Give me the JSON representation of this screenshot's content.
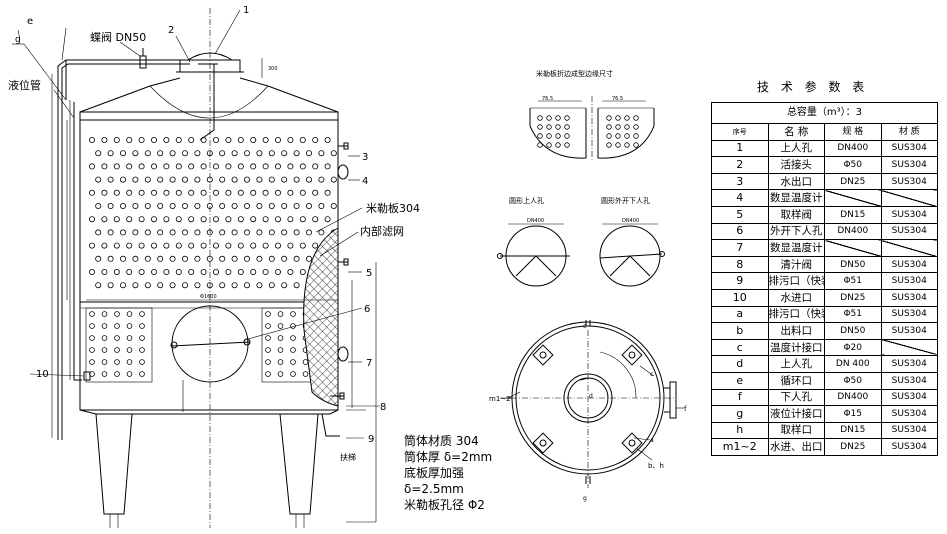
{
  "labels": {
    "butterfly_valve": "蝶阀 DN50",
    "level_pipe": "液位管",
    "mueller_plate": "米勒板304",
    "inner_filter": "内部滤网",
    "ladder": "扶梯",
    "detail_title": "米勒板折边成型边缘尺寸",
    "round_manhole": "圆形上人孔",
    "round_outward_manhole": "圆形外开下人孔",
    "top_dim": "300",
    "dim_1400a": "DN400",
    "dim_1400b": "DN400",
    "dim_dia": "Φ1600",
    "dim_76a": "76.5",
    "dim_76b": "76.5",
    "callouts": [
      "1",
      "2",
      "3",
      "4",
      "5",
      "6",
      "7",
      "8",
      "9",
      "10",
      "e",
      "g",
      "d",
      "f",
      "a",
      "b、h",
      "c",
      "m1~2",
      "e",
      "g"
    ],
    "notes": [
      "筒体材质 304",
      "筒体厚 δ=2mm",
      "底板厚加强",
      "δ=2.5mm",
      "米勒板孔径 Φ2"
    ]
  },
  "table": {
    "title": "技 术 参 数 表",
    "total": "总容量（m³）：3",
    "headers": [
      "序号",
      "名 称",
      "规 格",
      "材 质"
    ],
    "rows": [
      {
        "no": "1",
        "name": "上人孔",
        "spec": "DN400",
        "mat": "SUS304"
      },
      {
        "no": "2",
        "name": "活接头",
        "spec": "Φ50",
        "mat": "SUS304"
      },
      {
        "no": "3",
        "name": "水出口",
        "spec": "DN25",
        "mat": "SUS304"
      },
      {
        "no": "4",
        "name": "数显温度计",
        "spec": "",
        "mat": ""
      },
      {
        "no": "5",
        "name": "取样阀",
        "spec": "DN15",
        "mat": "SUS304"
      },
      {
        "no": "6",
        "name": "外开下人孔",
        "spec": "DN400",
        "mat": "SUS304"
      },
      {
        "no": "7",
        "name": "数显温度计",
        "spec": "",
        "mat": ""
      },
      {
        "no": "8",
        "name": "清汁阀",
        "spec": "DN50",
        "mat": "SUS304"
      },
      {
        "no": "9",
        "name": "排污口（快装）",
        "spec": "Φ51",
        "mat": "SUS304"
      },
      {
        "no": "10",
        "name": "水进口",
        "spec": "DN25",
        "mat": "SUS304"
      },
      {
        "no": "a",
        "name": "排污口（快装）",
        "spec": "Φ51",
        "mat": "SUS304"
      },
      {
        "no": "b",
        "name": "出料口",
        "spec": "DN50",
        "mat": "SUS304"
      },
      {
        "no": "c",
        "name": "温度计接口",
        "spec": "Φ20",
        "mat": ""
      },
      {
        "no": "d",
        "name": "上人孔",
        "spec": "DN 400",
        "mat": "SUS304"
      },
      {
        "no": "e",
        "name": "循环口",
        "spec": "Φ50",
        "mat": "SUS304"
      },
      {
        "no": "f",
        "name": "下人孔",
        "spec": "DN400",
        "mat": "SUS304"
      },
      {
        "no": "g",
        "name": "液位计接口",
        "spec": "Φ15",
        "mat": "SUS304"
      },
      {
        "no": "h",
        "name": "取样口",
        "spec": "DN15",
        "mat": "SUS304"
      },
      {
        "no": "m1~2",
        "name": "水进、出口",
        "spec": "DN25",
        "mat": "SUS304"
      }
    ]
  },
  "colors": {
    "line": "#000000",
    "background": "#ffffff"
  }
}
